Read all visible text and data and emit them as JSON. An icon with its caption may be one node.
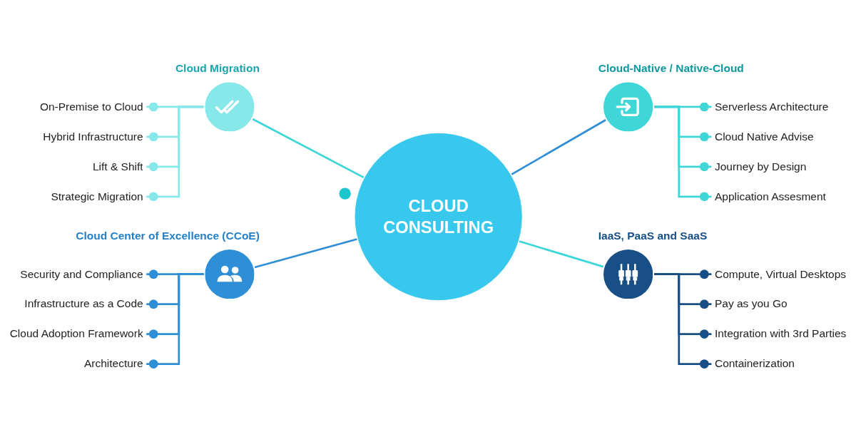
{
  "diagram": {
    "nodes": [
      {
        "text": [
          "CLOUD CONSULTING"
        ]
      },
      {
        "text": [
          "Cloud Migration"
        ]
      },
      {
        "text": [
          "On-Premise to Cloud"
        ]
      },
      {
        "text": [
          "Hybrid Infrastructure"
        ]
      },
      {
        "text": [
          "Lift & Shift"
        ]
      },
      {
        "text": [
          "Strategic Migration"
        ]
      },
      {
        "text": [
          "Cloud-Native / Native-Cloud"
        ]
      },
      {
        "text": [
          "Serverless Architecture"
        ]
      },
      {
        "text": [
          "Cloud Native Advise"
        ]
      },
      {
        "text": [
          "Journey by Design"
        ]
      },
      {
        "text": [
          "Application Assesment"
        ]
      },
      {
        "text": [
          "Cloud Center of Excellence (CCoE)"
        ]
      },
      {
        "text": [
          "Security and Compliance"
        ]
      },
      {
        "text": [
          "Infrastructure as a Code"
        ]
      },
      {
        "text": [
          "Cloud Adoption Framework"
        ]
      },
      {
        "text": [
          "Architecture"
        ]
      },
      {
        "text": [
          "IaaS, PaaS and SaaS"
        ]
      },
      {
        "text": [
          "Compute, Virtual Desktops"
        ]
      },
      {
        "text": [
          "Pay as you Go"
        ]
      },
      {
        "text": [
          "Integration with 3rd Parties"
        ]
      },
      {
        "text": [
          "Containerization"
        ]
      }
    ],
    "edges": [
      {
        "from": 0,
        "to": 1,
        "arrow": "none",
        "color": "#3ed6d6"
      },
      {
        "from": 1,
        "to": 2,
        "arrow": "other",
        "color": "#86e8e8"
      },
      {
        "from": 1,
        "to": 3,
        "arrow": "other",
        "color": "#86e8e8"
      },
      {
        "from": 1,
        "to": 4,
        "arrow": "other",
        "color": "#86e8e8"
      },
      {
        "from": 1,
        "to": 5,
        "arrow": "other",
        "color": "#86e8e8"
      },
      {
        "from": 0,
        "to": 6,
        "arrow": "none",
        "color": "#2f8fd6"
      },
      {
        "from": 6,
        "to": 7,
        "arrow": "other",
        "color": "#3ed6d6"
      },
      {
        "from": 6,
        "to": 8,
        "arrow": "other",
        "color": "#3ed6d6"
      },
      {
        "from": 6,
        "to": 9,
        "arrow": "other",
        "color": "#3ed6d6"
      },
      {
        "from": 6,
        "to": 10,
        "arrow": "other",
        "color": "#3ed6d6"
      },
      {
        "from": 0,
        "to": 11,
        "arrow": "none",
        "color": "#2f8fd6"
      },
      {
        "from": 11,
        "to": 12,
        "arrow": "other",
        "color": "#2f8fd6"
      },
      {
        "from": 11,
        "to": 13,
        "arrow": "other",
        "color": "#2f8fd6"
      },
      {
        "from": 11,
        "to": 14,
        "arrow": "other",
        "color": "#2f8fd6"
      },
      {
        "from": 11,
        "to": 15,
        "arrow": "other",
        "color": "#2f8fd6"
      },
      {
        "from": 0,
        "to": 16,
        "arrow": "none",
        "color": "#3ed6d6"
      },
      {
        "from": 16,
        "to": 17,
        "arrow": "other",
        "color": "#174f86"
      },
      {
        "from": 16,
        "to": 18,
        "arrow": "other",
        "color": "#174f86"
      },
      {
        "from": 16,
        "to": 19,
        "arrow": "other",
        "color": "#174f86"
      },
      {
        "from": 16,
        "to": 20,
        "arrow": "other",
        "color": "#174f86"
      }
    ]
  }
}
